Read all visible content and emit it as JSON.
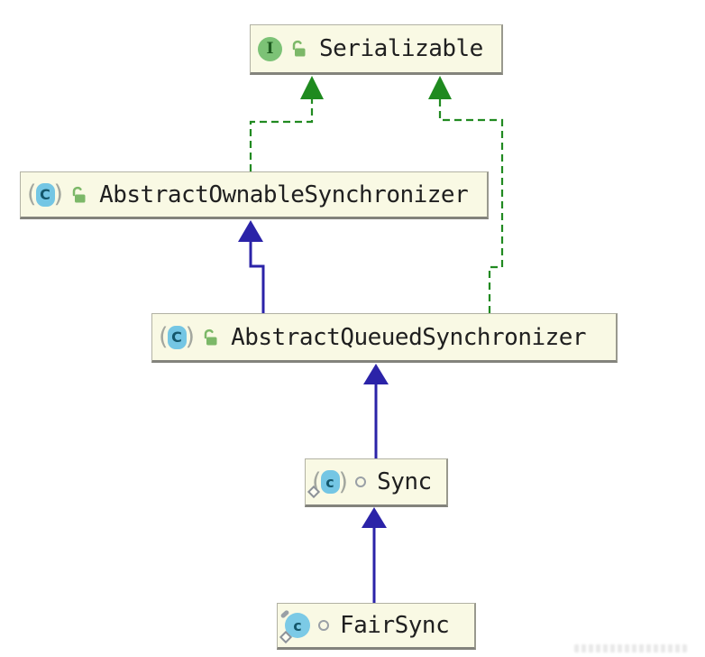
{
  "diagram": {
    "type": "uml-class-hierarchy",
    "nodes": [
      {
        "id": "serializable",
        "label": "Serializable",
        "kind": "interface",
        "icons": [
          "interface-icon",
          "open-lock-icon"
        ]
      },
      {
        "id": "abstract-ownable-synchronizer",
        "label": "AbstractOwnableSynchronizer",
        "kind": "abstract-class",
        "icons": [
          "abstract-class-icon",
          "open-lock-icon"
        ]
      },
      {
        "id": "abstract-queued-synchronizer",
        "label": "AbstractQueuedSynchronizer",
        "kind": "abstract-class",
        "icons": [
          "abstract-class-icon",
          "open-lock-icon"
        ]
      },
      {
        "id": "sync",
        "label": "Sync",
        "kind": "abstract-static-nested-class",
        "icons": [
          "abstract-class-static-icon",
          "package-private-icon"
        ]
      },
      {
        "id": "fair-sync",
        "label": "FairSync",
        "kind": "final-static-nested-class",
        "icons": [
          "final-class-static-icon",
          "package-private-icon"
        ]
      }
    ],
    "edges": [
      {
        "from": "AbstractOwnableSynchronizer",
        "to": "Serializable",
        "relation": "implements",
        "style": "dashed"
      },
      {
        "from": "AbstractQueuedSynchronizer",
        "to": "Serializable",
        "relation": "implements",
        "style": "dashed"
      },
      {
        "from": "AbstractQueuedSynchronizer",
        "to": "AbstractOwnableSynchronizer",
        "relation": "extends",
        "style": "solid"
      },
      {
        "from": "Sync",
        "to": "AbstractQueuedSynchronizer",
        "relation": "extends",
        "style": "solid"
      },
      {
        "from": "FairSync",
        "to": "Sync",
        "relation": "extends",
        "style": "solid"
      }
    ],
    "icon_letters": {
      "interface": "I",
      "class_upper": "C",
      "class_lower": "c"
    },
    "colors": {
      "background": "#ffffff",
      "node_fill": "#f9f9e4",
      "node_border": "#b2b2a4",
      "node_shadow": "#83837c",
      "implements_arrow": "#218a21",
      "extends_arrow": "#2b23a8",
      "label_text": "#202020",
      "interface_icon": "#7cc276",
      "class_icon": "#74c6e4",
      "lock_icon": "#7cb868"
    }
  }
}
